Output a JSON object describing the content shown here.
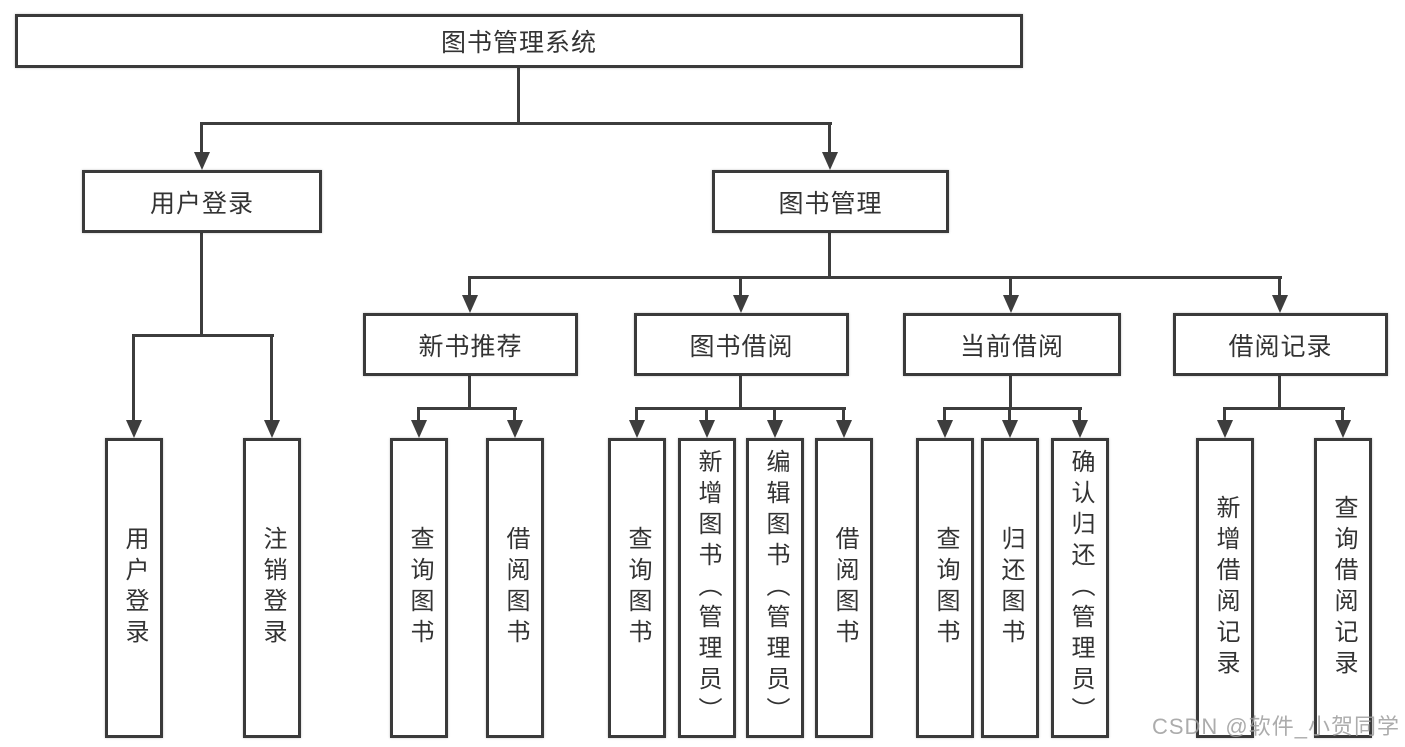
{
  "diagram": {
    "root": {
      "label": "图书管理系统"
    },
    "branches": [
      {
        "label": "用户登录",
        "children": [
          {
            "label": "用户登录"
          },
          {
            "label": "注销登录"
          }
        ]
      },
      {
        "label": "图书管理",
        "children": [
          {
            "label": "新书推荐",
            "children": [
              {
                "label": "查询图书"
              },
              {
                "label": "借阅图书"
              }
            ]
          },
          {
            "label": "图书借阅",
            "children": [
              {
                "label": "查询图书"
              },
              {
                "label": "新增图书（管理员）"
              },
              {
                "label": "编辑图书（管理员）"
              },
              {
                "label": "借阅图书"
              }
            ]
          },
          {
            "label": "当前借阅",
            "children": [
              {
                "label": "查询图书"
              },
              {
                "label": "归还图书"
              },
              {
                "label": "确认归还（管理员）"
              }
            ]
          },
          {
            "label": "借阅记录",
            "children": [
              {
                "label": "新增借阅记录"
              },
              {
                "label": "查询借阅记录"
              }
            ]
          }
        ]
      }
    ]
  },
  "colors": {
    "line": "#3d3d3d",
    "border": "#3a3a3a",
    "text": "#333333",
    "background": "#ffffff",
    "watermark": "#9e9e9e"
  },
  "watermark": {
    "text": "CSDN @软件_小贺同学"
  }
}
